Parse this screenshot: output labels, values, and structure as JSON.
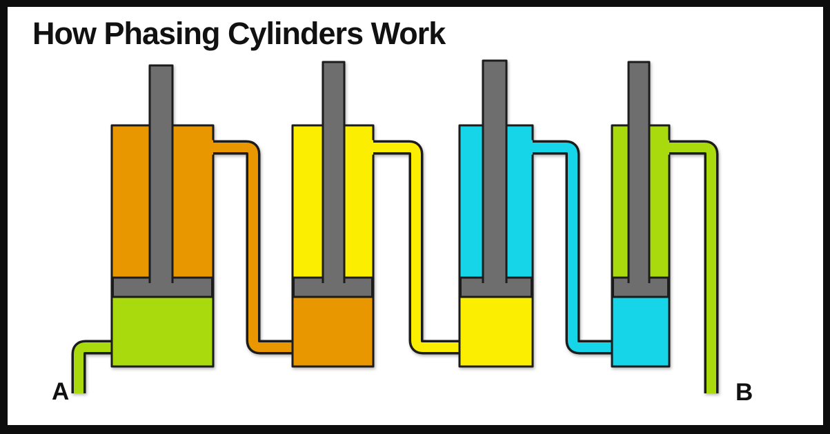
{
  "title": "How Phasing Cylinders Work",
  "labels": {
    "port_a": "A",
    "port_b": "B"
  },
  "palette": {
    "orange": "#E99706",
    "yellow": "#FBEE00",
    "cyan": "#15D5E8",
    "green": "#A9DA0E",
    "piston_gray": "#6E6E6E",
    "outline": "#1A1A1A",
    "frame": "#0D0D0D",
    "background": "#FFFFFF",
    "title_color": "#111111"
  },
  "cylinders": [
    {
      "id": "cylinder-1",
      "top_fluid": "orange",
      "bottom_fluid": "green"
    },
    {
      "id": "cylinder-2",
      "top_fluid": "yellow",
      "bottom_fluid": "orange"
    },
    {
      "id": "cylinder-3",
      "top_fluid": "cyan",
      "bottom_fluid": "yellow"
    },
    {
      "id": "cylinder-4",
      "top_fluid": "green",
      "bottom_fluid": "cyan"
    }
  ],
  "pipes": [
    {
      "id": "inlet-pipe-a",
      "fluid": "green",
      "from": "port A",
      "to": "cylinder 1 bottom"
    },
    {
      "id": "pipe-1-to-2",
      "fluid": "orange",
      "from": "cylinder 1 top",
      "to": "cylinder 2 bottom"
    },
    {
      "id": "pipe-2-to-3",
      "fluid": "yellow",
      "from": "cylinder 2 top",
      "to": "cylinder 3 bottom"
    },
    {
      "id": "pipe-3-to-4",
      "fluid": "cyan",
      "from": "cylinder 3 top",
      "to": "cylinder 4 bottom"
    },
    {
      "id": "outlet-pipe-b",
      "fluid": "green",
      "from": "cylinder 4 top",
      "to": "port B"
    }
  ]
}
